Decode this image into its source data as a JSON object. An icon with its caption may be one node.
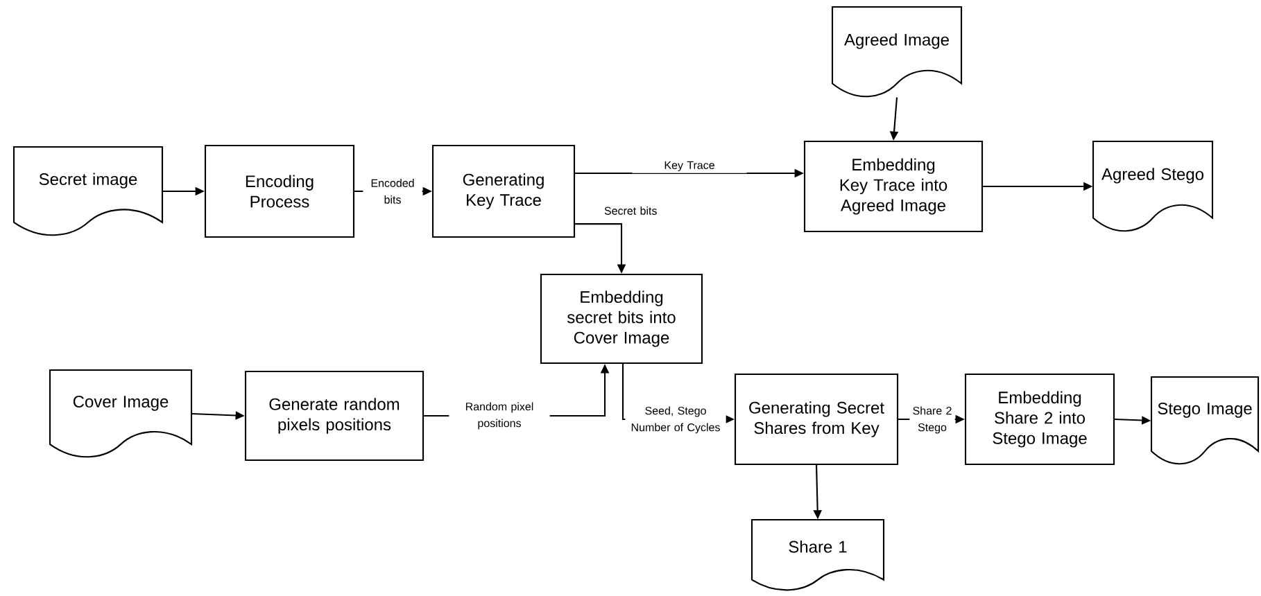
{
  "diagram": {
    "nodes": [
      {
        "text": [
          "Secret image"
        ]
      },
      {
        "text": [
          "Encoding Process"
        ]
      },
      {
        "text": [
          "Generating Key Trace"
        ]
      },
      {
        "text": [
          "Agreed Image"
        ]
      },
      {
        "text": [
          "Embedding Key Trace into Agreed Image"
        ]
      },
      {
        "text": [
          "Agreed Stego"
        ]
      },
      {
        "text": [
          "Embedding secret bits into Cover Image"
        ]
      },
      {
        "text": [
          "Cover Image"
        ]
      },
      {
        "text": [
          "Generate random pixels positions"
        ]
      },
      {
        "text": [
          "Generating Secret Shares from Key"
        ]
      },
      {
        "text": [
          "Embedding Share 2 into Stego Image"
        ]
      },
      {
        "text": [
          "Stego Image"
        ]
      },
      {
        "text": [
          "Share 1"
        ]
      }
    ],
    "edges": [
      {
        "from": 0,
        "to": 1,
        "arrow": "to"
      },
      {
        "from": 1,
        "to": 2,
        "arrow": "to",
        "label": "Encoded bits"
      },
      {
        "from": 2,
        "to": 4,
        "arrow": "to",
        "label": "Key Trace"
      },
      {
        "from": 2,
        "to": 6,
        "arrow": "to",
        "label": "Secret bits"
      },
      {
        "from": 3,
        "to": 4,
        "arrow": "to"
      },
      {
        "from": 4,
        "to": 5,
        "arrow": "to"
      },
      {
        "from": 7,
        "to": 8,
        "arrow": "to"
      },
      {
        "from": 8,
        "to": 6,
        "arrow": "to",
        "label": "Random pixel positions"
      },
      {
        "from": 6,
        "to": 9,
        "arrow": "to",
        "label": "Seed, Stego Number of Cycles"
      },
      {
        "from": 9,
        "to": 10,
        "arrow": "to",
        "label": "Share 2 Stego"
      },
      {
        "from": 10,
        "to": 11,
        "arrow": "to"
      },
      {
        "from": 9,
        "to": 12,
        "arrow": "to"
      }
    ]
  }
}
